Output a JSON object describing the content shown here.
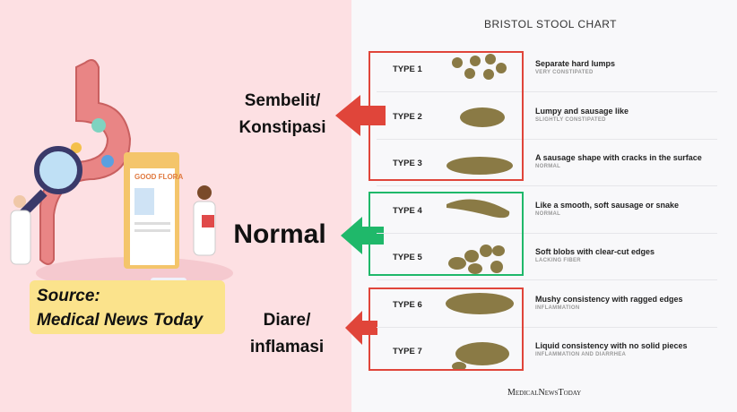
{
  "left": {
    "labels": {
      "constipation_line1": "Sembelit/",
      "constipation_line2": "Konstipasi",
      "normal": "Normal",
      "diarrhea_line1": "Diare/",
      "diarrhea_line2": "inflamasi"
    },
    "source": {
      "line1": "Source:",
      "line2": "Medical News Today"
    },
    "illustration": {
      "clipboard_title": "GOOD FLORA"
    }
  },
  "chart": {
    "title": "BRISTOL STOOL CHART",
    "footer": "MedicalNewsToday",
    "rows": [
      {
        "type": "TYPE 1",
        "desc": "Separate hard lumps",
        "sub": "VERY CONSTIPATED"
      },
      {
        "type": "TYPE 2",
        "desc": "Lumpy and sausage like",
        "sub": "SLIGHTLY CONSTIPATED"
      },
      {
        "type": "TYPE 3",
        "desc": "A sausage shape with cracks in the surface",
        "sub": "NORMAL"
      },
      {
        "type": "TYPE 4",
        "desc": "Like a smooth, soft sausage or snake",
        "sub": "NORMAL"
      },
      {
        "type": "TYPE 5",
        "desc": "Soft blobs with clear-cut edges",
        "sub": "LACKING FIBER"
      },
      {
        "type": "TYPE 6",
        "desc": "Mushy consistency with ragged edges",
        "sub": "INFLAMMATION"
      },
      {
        "type": "TYPE 7",
        "desc": "Liquid consistency with no solid pieces",
        "sub": "INFLAMMATION AND DIARRHEA"
      }
    ]
  },
  "colors": {
    "red": "#e0453a",
    "green": "#1fb86a",
    "stool": "#8a7a45",
    "pink": "#fde0e3",
    "yellow": "#fbe38c"
  }
}
